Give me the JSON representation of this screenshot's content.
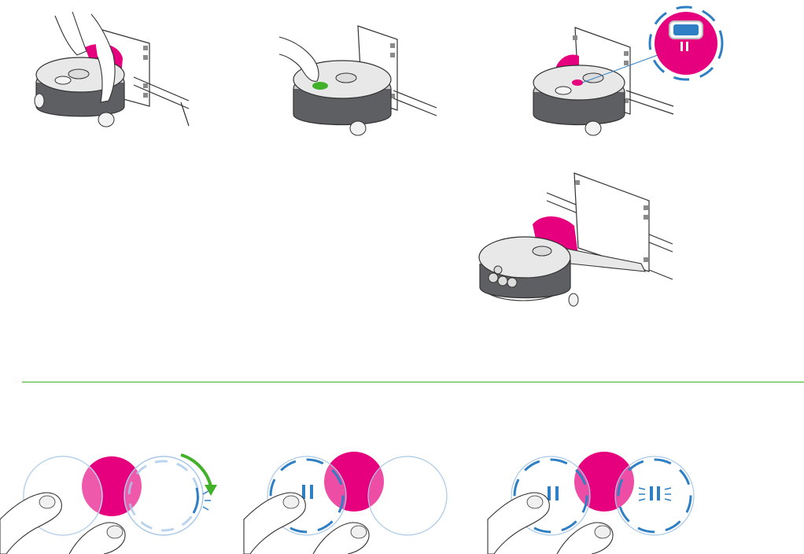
{
  "colors": {
    "magenta": "#e6007e",
    "green": "#43b02a",
    "blue": "#2f7fc4",
    "light_blue": "#a9c9e8",
    "robot_dark": "#5d5f62",
    "robot_body": "#e8e8e8",
    "line": "#333333",
    "divider": "#43b02a"
  },
  "icons": {
    "finger_press": "finger-press-icon",
    "hand": "hand-icon",
    "pause_symbol": "pause-symbol-icon",
    "rotate_arrow": "rotate-arrow-icon"
  },
  "steps": [
    {
      "id": "lift-robot",
      "highlight": "magenta"
    },
    {
      "id": "press-button",
      "highlight": "green"
    },
    {
      "id": "pause-zoom",
      "highlight": "magenta"
    },
    {
      "id": "dock",
      "highlight": "magenta"
    }
  ],
  "button_states": [
    {
      "id": "rotate",
      "left_ring": "none",
      "right_ring": "rotating-dashes"
    },
    {
      "id": "pause-left",
      "left_ring": "dashed-pause",
      "right_ring": "none"
    },
    {
      "id": "pause-both",
      "left_ring": "dashed-pause",
      "right_ring": "dashed-flashing-pause"
    }
  ]
}
